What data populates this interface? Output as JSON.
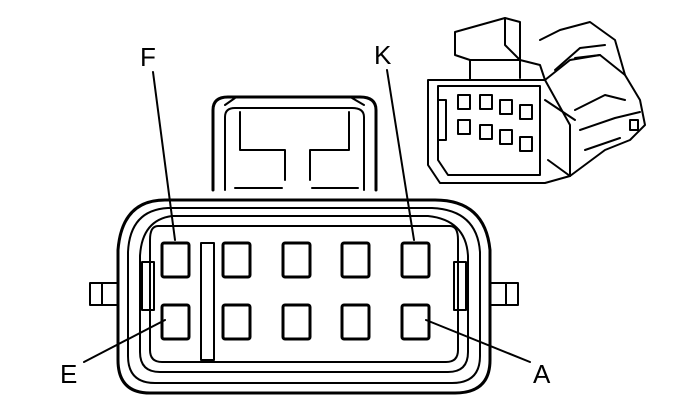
{
  "diagram": {
    "labels": {
      "top_left": "F",
      "top_right": "K",
      "bottom_left": "E",
      "bottom_right": "A"
    },
    "cavity_rows": 2,
    "cavities_per_row": 5
  }
}
